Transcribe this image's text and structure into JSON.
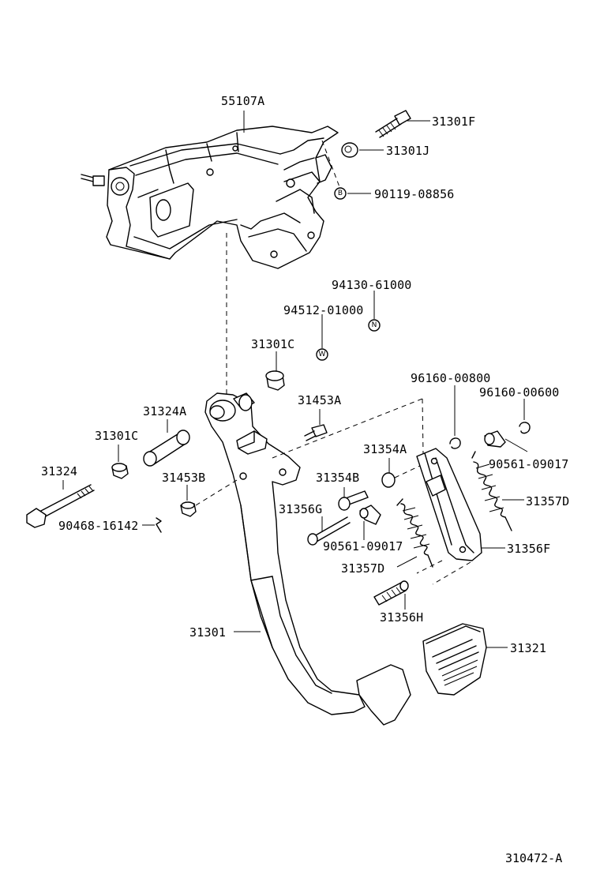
{
  "diagram": {
    "labels": {
      "bracket": "55107A",
      "bolt_top": "31301F",
      "nut_top": "31301J",
      "bolt_b": "90119-08856",
      "nut_n": "94130-61000",
      "washer_w": "94512-01000",
      "bushing_c_top": "31301C",
      "bolt_453a": "31453A",
      "clip_800": "96160-00800",
      "clip_600": "96160-00600",
      "collar_324a": "31324A",
      "bushing_c_left": "31301C",
      "shaft_324": "31324",
      "bolt_453b": "31453B",
      "nut_r": "90468-16142",
      "bushing_354a": "31354A",
      "pin_354b": "31354B",
      "pin_356g": "31356G",
      "bushing_9017_right": "90561-09017",
      "spring_357d_right": "31357D",
      "bushing_9017_left": "90561-09017",
      "spring_357d_left": "31357D",
      "plate_356f": "31356F",
      "pin_356h": "31356H",
      "pedal_arm": "31301",
      "pedal_pad": "31321",
      "ref_code": "310472-A"
    },
    "markers": {
      "b": "B",
      "n": "N",
      "w": "W"
    }
  }
}
